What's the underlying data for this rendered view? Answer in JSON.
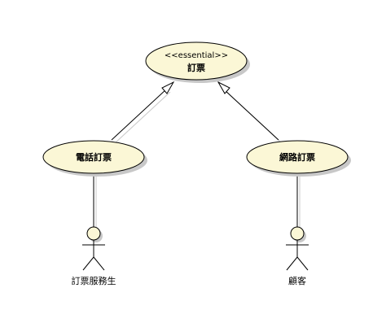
{
  "colors": {
    "usecase_fill": "#fbf7d6",
    "usecase_stroke": "#000000",
    "shadow": "#c8c8c8",
    "line": "#000000"
  },
  "use_cases": {
    "parent": {
      "stereotype": "<<essential>>",
      "label": "訂票"
    },
    "phone": {
      "label": "電話訂票"
    },
    "web": {
      "label": "網路訂票"
    }
  },
  "actors": {
    "agent": {
      "label": "訂票服務生"
    },
    "customer": {
      "label": "顧客"
    }
  },
  "relations": [
    {
      "type": "generalization",
      "from": "電話訂票",
      "to": "訂票"
    },
    {
      "type": "generalization",
      "from": "網路訂票",
      "to": "訂票"
    },
    {
      "type": "association",
      "from": "訂票服務生",
      "to": "電話訂票"
    },
    {
      "type": "association",
      "from": "顧客",
      "to": "網路訂票"
    }
  ]
}
